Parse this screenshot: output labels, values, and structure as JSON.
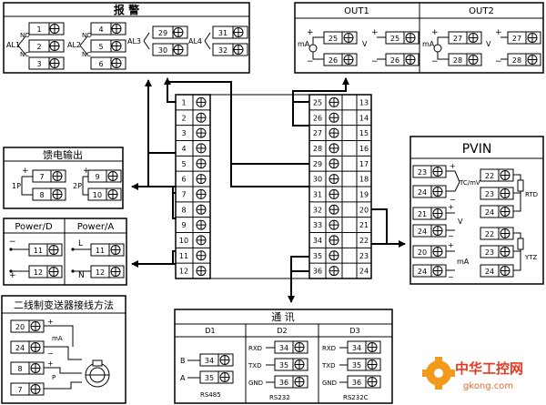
{
  "alarm": {
    "title": "报  警",
    "channels": [
      {
        "name": "AL1",
        "no": "NO",
        "nc": "NC",
        "terminals": [
          "1",
          "2",
          "3"
        ]
      },
      {
        "name": "AL2",
        "no": "NO",
        "nc": "NC",
        "terminals": [
          "4",
          "5",
          "6"
        ]
      },
      {
        "name": "AL3",
        "terminals": [
          "29",
          "30"
        ]
      },
      {
        "name": "AL4",
        "terminals": [
          "31",
          "32"
        ]
      }
    ]
  },
  "output": {
    "out1_title": "OUT1",
    "out2_title": "OUT2",
    "ma": "mA",
    "v": "V",
    "plus": "+",
    "minus": "−",
    "out1_terms": [
      [
        "25",
        "26"
      ],
      [
        "25",
        "26"
      ]
    ],
    "out2_terms": [
      [
        "27",
        "28"
      ],
      [
        "27",
        "28"
      ]
    ]
  },
  "feed": {
    "title": "馈电输出",
    "p1": "1P",
    "p2": "2P",
    "p1_terms": [
      "7",
      "8"
    ],
    "p2_terms": [
      "9",
      "10"
    ]
  },
  "power": {
    "d_title": "Power/D",
    "a_title": "Power/A",
    "d_terms": [
      "11",
      "12"
    ],
    "a_terms": [
      "11",
      "12"
    ],
    "l": "L",
    "n": "N"
  },
  "terminal_block": {
    "left": [
      "1",
      "2",
      "3",
      "4",
      "5",
      "6",
      "7",
      "8",
      "9",
      "10",
      "11",
      "12"
    ],
    "mid": [
      "25",
      "26",
      "27",
      "28",
      "29",
      "30",
      "31",
      "32",
      "33",
      "34",
      "35",
      "36"
    ],
    "right": [
      "13",
      "14",
      "15",
      "16",
      "17",
      "18",
      "19",
      "20",
      "21",
      "22",
      "23",
      "24"
    ]
  },
  "pvin": {
    "title": "PVIN",
    "tc": "TC/mV",
    "rtd": "RTD",
    "ytz": "YTZ",
    "v": "V",
    "ma": "mA",
    "r1": [
      "23",
      "24"
    ],
    "r1b": [
      "22",
      "23",
      "24"
    ],
    "r2": [
      "21",
      "24"
    ],
    "r2b": [
      "22",
      "23",
      "24"
    ],
    "r3": [
      "20",
      "24"
    ]
  },
  "comm": {
    "title": "通  讯",
    "d1": "D1",
    "d2": "D2",
    "d3": "D3",
    "b": "B",
    "a": "A",
    "rxd": "RXD",
    "txd": "TXD",
    "gnd": "GND",
    "rs485": "RS485",
    "rs232": "RS232",
    "rs232c": "RS232C",
    "d1_terms": [
      "34",
      "35"
    ],
    "d2_terms": [
      "34",
      "35",
      "36"
    ],
    "d3_terms": [
      "34",
      "35",
      "36"
    ]
  },
  "two_wire": {
    "title": "二线制变送器接线方法",
    "terms": [
      "20",
      "24",
      "8",
      "7"
    ],
    "ma": "mA",
    "p": "P"
  },
  "watermark": {
    "cn": "中华工控网",
    "url": "gkong.com"
  }
}
